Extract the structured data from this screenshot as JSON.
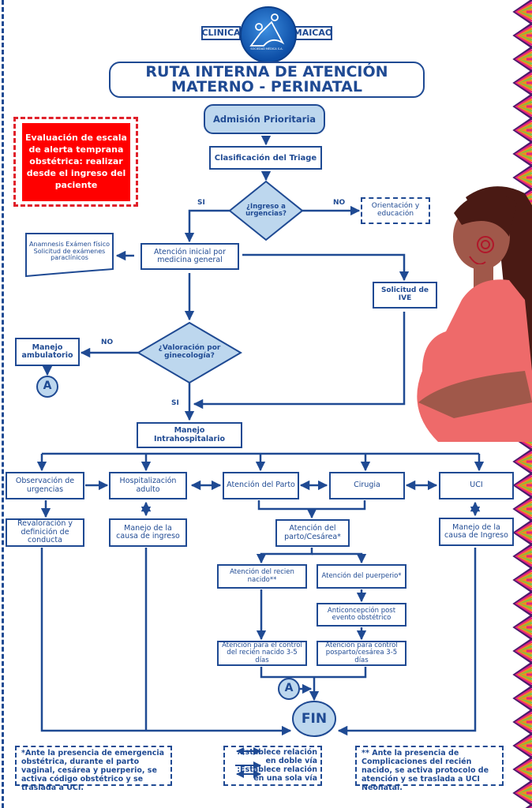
{
  "logo": {
    "left": "CLINICA",
    "right": "MAICAO",
    "ring": "SOCIEDAD MÉDICA S.A."
  },
  "title": {
    "line1": "RUTA INTERNA DE ATENCIÓN",
    "line2": "MATERNO - PERINATAL"
  },
  "alert_box": "Evaluación de escala de alerta temprana obstétrica: realizar desde el ingreso del paciente",
  "nodes": {
    "admision": "Admisión Prioritaria",
    "triage": "Clasificación del Triage",
    "ingreso_decision": "¿Ingreso a urgencias?",
    "orientacion": "Orientación y educación",
    "anamnesis": "Anamnesis Exámen físico Solicitud de exámenes paraclínicos",
    "atencion_inicial": "Atención inicial por medicina general",
    "ive": "Solicitud de IVE",
    "valoracion_decision": "¿Valoración por ginecología?",
    "ambulatorio": "Manejo ambulatorio",
    "intrahospitalario": "Manejo Intrahospitalario",
    "observacion": "Observación de urgencias",
    "hospitalizacion": "Hospitalización adulto",
    "parto": "Atención del Parto",
    "cirugia": "Cirugia",
    "uci": "UCI",
    "revaloracion": "Revaloración y definición de conducta",
    "manejo_causa": "Manejo de la causa de ingreso",
    "manejo_causa_uci": "Manejo de la causa de Ingreso",
    "parto_cesarea": "Atención del parto/Cesárea*",
    "recien_nacido": "Atención del recien nacido**",
    "puerperio": "Atención del puerperio*",
    "anticoncepcion": "Anticoncepción post evento obstétrico",
    "control_rn": "Atención para el control del recién nacido 3-5 días",
    "control_posparto": "Atención para control posparto/cesárea 3-5 días",
    "fin": "FIN",
    "connector_a": "A"
  },
  "labels": {
    "si": "SI",
    "no": "NO"
  },
  "notes": {
    "left": "*Ante la presencia de emergencia obstétrica, durante el parto vaginal, cesárea y puerperio, se activa código obstétrico y se traslada a UCI.",
    "legend_double": ":Establece relación en doble vía",
    "legend_single": ":Establece relación en una sola vía",
    "right": "** Ante la presencia de Complicaciones del recién nacido, se activa protocolo de atención y se traslada a UCI Neonatal."
  },
  "colors": {
    "primary": "#1f4a93",
    "light_fill": "#bdd7ee",
    "alert": "#ff0000",
    "alert_border": "#e0202a"
  }
}
